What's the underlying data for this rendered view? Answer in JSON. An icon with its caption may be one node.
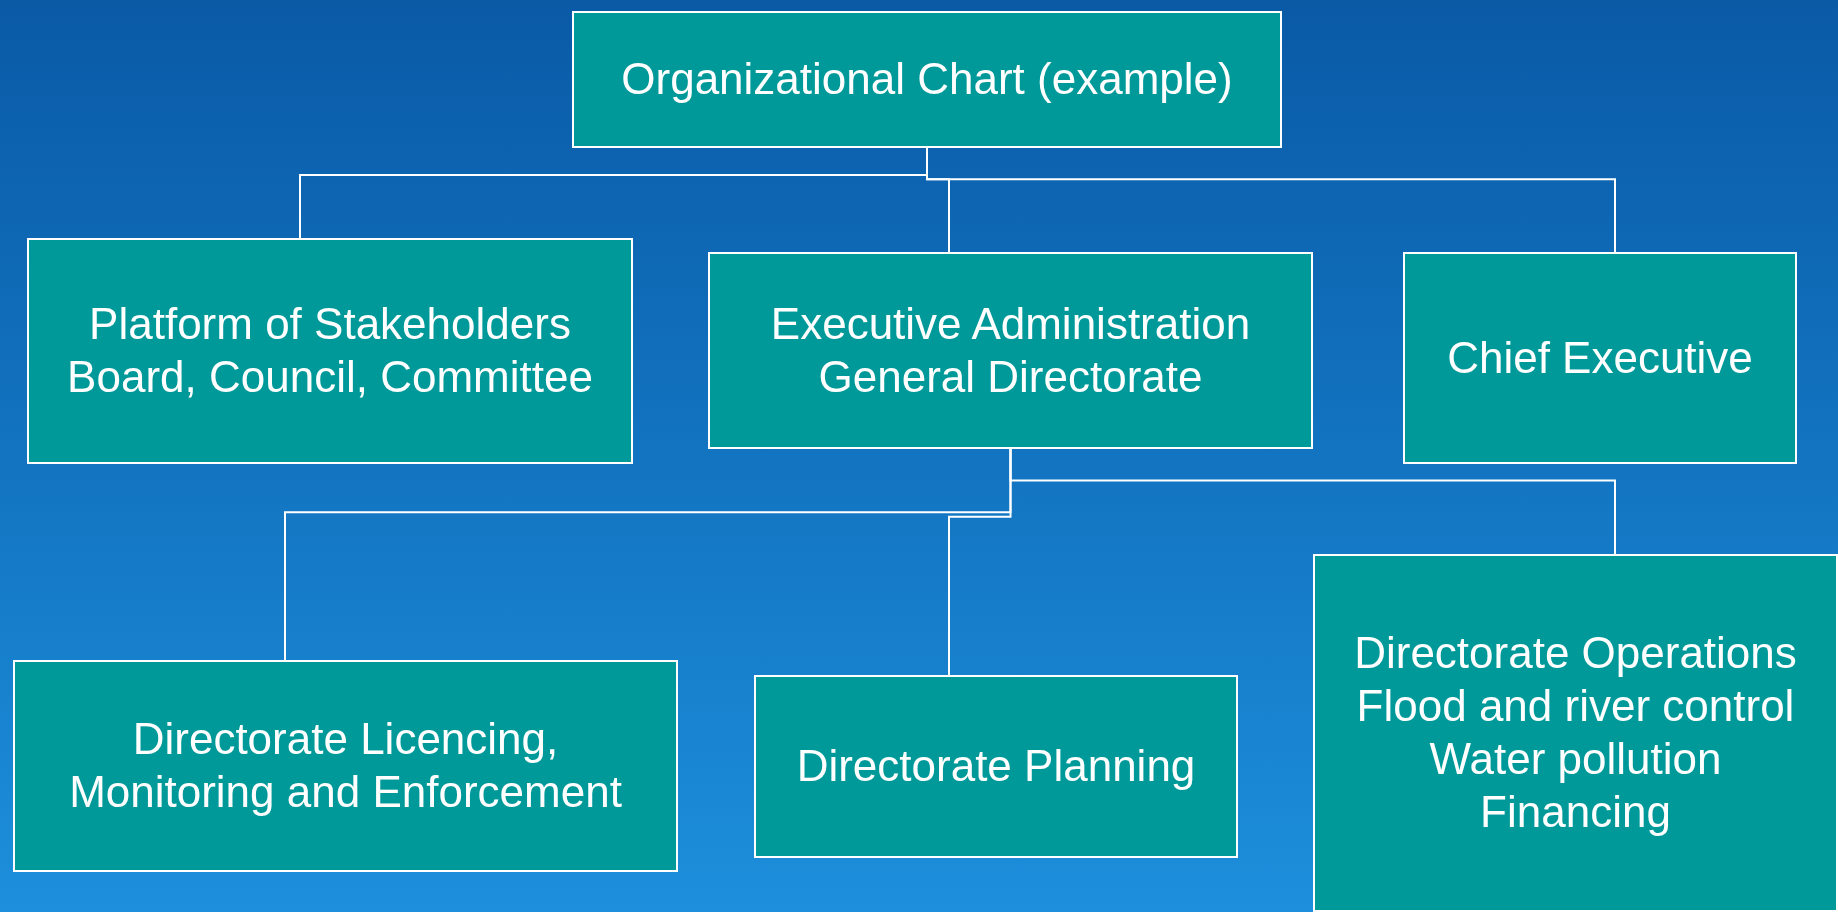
{
  "diagram": {
    "nodes": [
      {
        "text": [
          "Organizational Chart (example)"
        ]
      },
      {
        "text": [
          "Platform of Stakeholders Board, Council, Committee"
        ]
      },
      {
        "text": [
          "Executive Administration General Directorate"
        ]
      },
      {
        "text": [
          "Chief Executive"
        ]
      },
      {
        "text": [
          "Directorate Licencing, Monitoring and Enforcement"
        ]
      },
      {
        "text": [
          "Directorate Planning"
        ]
      },
      {
        "text": [
          "Directorate Operations Flood and river control Water pollution Financing"
        ]
      }
    ],
    "edges": [
      {
        "from": 0,
        "to": 1,
        "arrow": "none"
      },
      {
        "from": 0,
        "to": 2,
        "arrow": "none"
      },
      {
        "from": 0,
        "to": 3,
        "arrow": "none"
      },
      {
        "from": 2,
        "to": 4,
        "arrow": "none"
      },
      {
        "from": 2,
        "to": 5,
        "arrow": "none"
      },
      {
        "from": 2,
        "to": 6,
        "arrow": "none"
      }
    ]
  }
}
